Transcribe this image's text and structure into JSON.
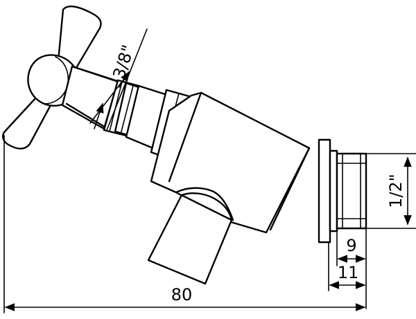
{
  "drawing": {
    "subject": "tap-outline",
    "dimensions": {
      "inlet_thread": "3/8\"",
      "outlet_thread": "1/2\"",
      "thread_length": "9",
      "flange_depth": "11",
      "overall_length": "80"
    }
  }
}
